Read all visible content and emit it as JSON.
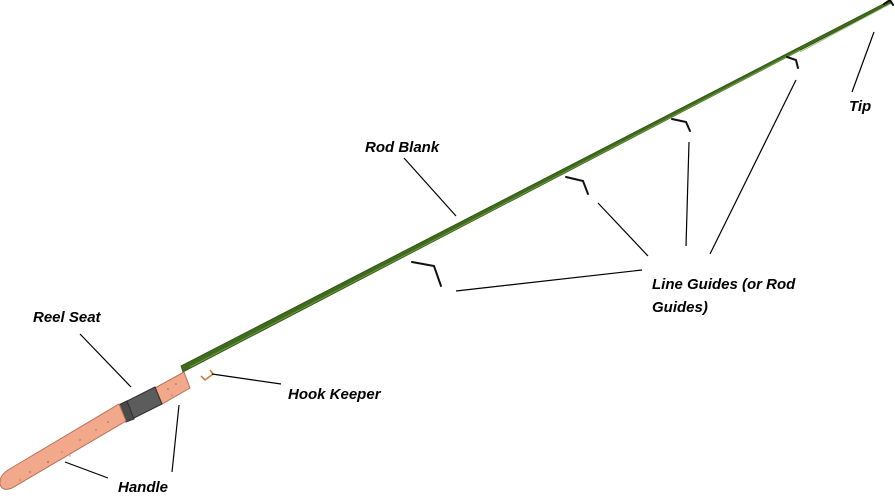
{
  "labels": {
    "tip": "Tip",
    "rod_blank": "Rod Blank",
    "line_guides_line1": "Line Guides (or Rod",
    "line_guides_line2": "Guides)",
    "reel_seat": "Reel Seat",
    "hook_keeper": "Hook Keeper",
    "handle": "Handle"
  },
  "colors": {
    "rod_blank": "#3f6b1e",
    "rod_blank_highlight": "#6f9a3a",
    "cork": "#f2a98b",
    "cork_outline": "#b5705a",
    "reel_seat": "#5c5c5c",
    "hook_keeper": "#c8803a"
  }
}
